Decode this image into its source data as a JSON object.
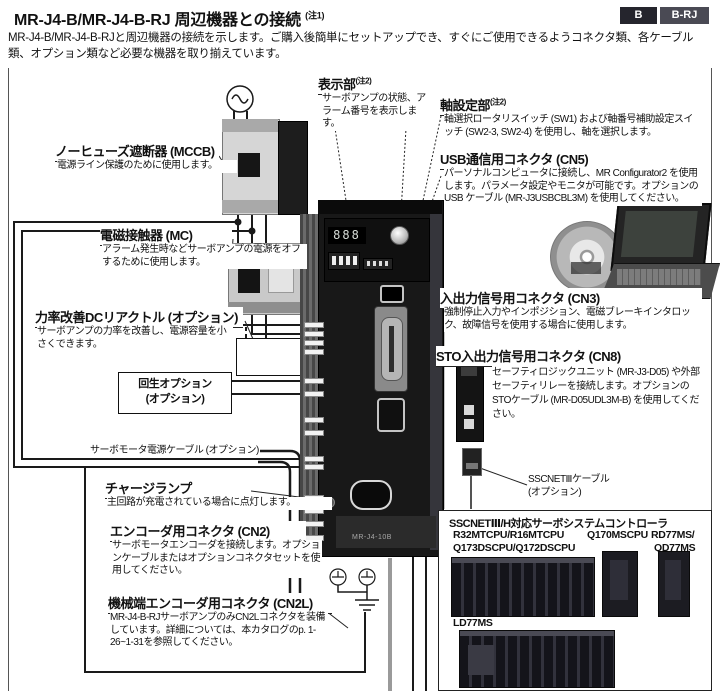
{
  "header": {
    "title": "MR-J4-B/MR-J4-B-RJ 周辺機器との接続",
    "title_note": "(注1)",
    "badge_b": "B",
    "badge_brj": "B-RJ",
    "intro": "MR-J4-B/MR-J4-B-RJと周辺機器の接続を示します。ご購入後簡単にセットアップでき、すぐにご使用できるようコネクタ類、各ケーブル類、オプション類など必要な機器を取り揃えています。"
  },
  "callouts": {
    "display": {
      "title": "表示部",
      "note": "(注2)",
      "body": "サーボアンプの状態、アラーム番号を表示します。"
    },
    "axis_setting": {
      "title": "軸設定部",
      "note": "(注2)",
      "body": "軸選択ロータリスイッチ (SW1) および軸番号補助設定スイッチ (SW2-3, SW2-4) を使用し、軸を選択します。"
    },
    "usb": {
      "title": "USB通信用コネクタ (CN5)",
      "body": "パーソナルコンピュータに接続し、MR Configurator2 を使用します。パラメータ設定やモニタが可能です。オプションの USB ケーブル (MR-J3USBCBL3M) を使用してください。"
    },
    "io": {
      "title": "入出力信号用コネクタ (CN3)",
      "body": "強制停止入力やインポジション、電磁ブレーキインタロック、故障信号を使用する場合に使用します。"
    },
    "sto": {
      "title": "STO入出力信号用コネクタ (CN8)",
      "body": "セーフティロジックユニット (MR-J3-D05) や外部セーフティリレーを接続します。オプションのSTOケーブル (MR-D05UDL3M-B) を使用してください。"
    },
    "sscnet_cable": {
      "label": "SSCNETⅢケーブル",
      "sub": "(オプション)"
    },
    "mccb": {
      "title": "ノーヒューズ遮断器 (MCCB)",
      "body": "電源ライン保護のために使用します。"
    },
    "mc": {
      "title": "電磁接触器 (MC)",
      "body": "アラーム発生時などサーボアンプの電源をオフするために使用します。"
    },
    "dc_reactor": {
      "title": "力率改善DCリアクトル (オプション)",
      "body": "サーボアンプの力率を改善し、電源容量を小さくできます。"
    },
    "regen": {
      "line1": "回生オプション",
      "line2": "(オプション)"
    },
    "motor_cable": {
      "label": "サーボモータ電源ケーブル (オプション)"
    },
    "charge_lamp": {
      "title": "チャージランプ",
      "body": "主回路が充電されている場合に点灯します。"
    },
    "cn2": {
      "title": "エンコーダ用コネクタ (CN2)",
      "body": "サーボモータエンコーダを接続します。オプションケーブルまたはオプションコネクタセットを使用してください。"
    },
    "cn2l": {
      "title": "機械端エンコーダ用コネクタ (CN2L)",
      "body": "MR-J4-B-RJサーボアンプのみCN2Lコネクタを装備しています。詳細については、本カタログのp. 1-26~1-31を参照してください。"
    }
  },
  "controllers": {
    "title": "SSCNETⅢ/H対応サーボシステムコントローラ",
    "row1_left": "R32MTCPU/R16MTCPU",
    "row1_mid": "Q170MSCPU",
    "row1_right": "RD77MS/",
    "row2_left": "Q173DSCPU/Q172DSCPU",
    "row2_right": "QD77MS",
    "bottom_model": "LD77MS"
  },
  "amp": {
    "display": "888",
    "model": "MR-J4-10B"
  }
}
